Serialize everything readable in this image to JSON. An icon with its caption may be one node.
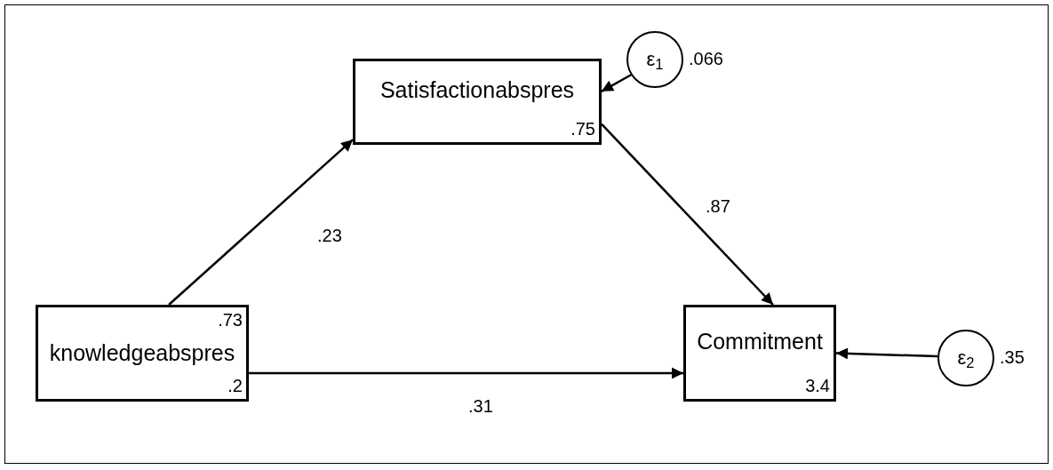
{
  "diagram": {
    "nodes": [
      {
        "text": [
          "Satisfactionabspres",
          ".75"
        ]
      },
      {
        "text": [
          "ε$_{1}$"
        ],
        "beside": [
          ".066"
        ]
      },
      {
        "text": [
          ".73",
          "knowledgeabspres",
          ".2"
        ]
      },
      {
        "text": [
          "Commitment",
          "3.4"
        ]
      },
      {
        "text": [
          "ε$_{2}$"
        ],
        "beside": [
          ".35"
        ]
      }
    ],
    "edges": [
      {
        "from": 1,
        "to": 0,
        "arrow": "to"
      },
      {
        "from": 2,
        "to": 0,
        "arrow": "to",
        "label": ".23"
      },
      {
        "from": 0,
        "to": 3,
        "arrow": "to",
        "label": ".87"
      },
      {
        "from": 2,
        "to": 3,
        "arrow": "to",
        "label": ".31"
      },
      {
        "from": 4,
        "to": 3,
        "arrow": "to"
      }
    ]
  }
}
